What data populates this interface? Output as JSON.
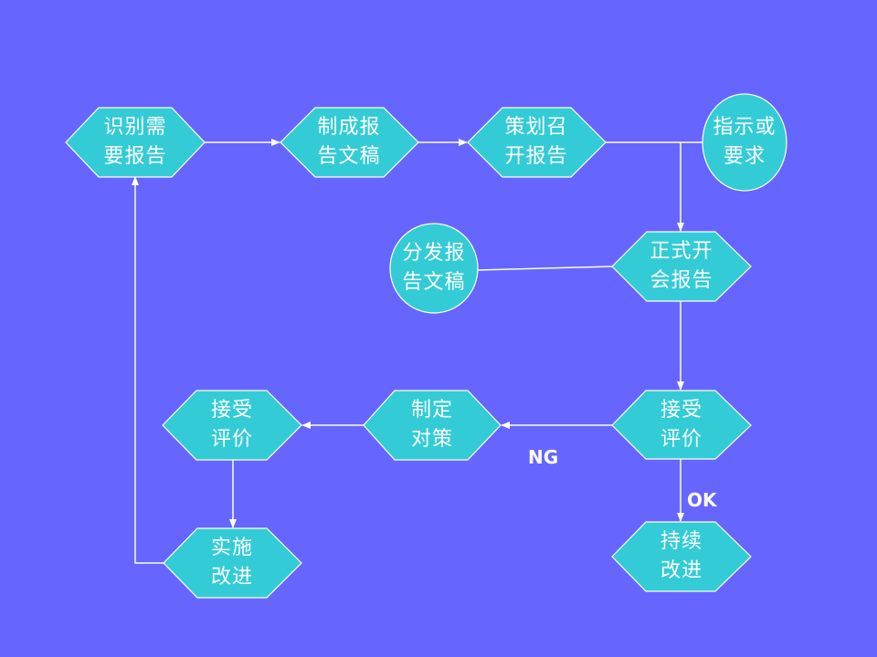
{
  "colors": {
    "background": "#6666FF",
    "node_fill": "#33CCD6",
    "node_stroke": "#FFFFFF",
    "line": "#FFFFFF"
  },
  "nodes": [
    {
      "id": "identify",
      "shape": "hexagon",
      "line1": "识别需",
      "line2": "要报告"
    },
    {
      "id": "draft",
      "shape": "hexagon",
      "line1": "制成报",
      "line2": "告文稿"
    },
    {
      "id": "plan",
      "shape": "hexagon",
      "line1": "策划召",
      "line2": "开报告"
    },
    {
      "id": "instruction",
      "shape": "ellipse",
      "line1": "指示或",
      "line2": "要求"
    },
    {
      "id": "distribute",
      "shape": "ellipse",
      "line1": "分发报",
      "line2": "告文稿"
    },
    {
      "id": "meeting",
      "shape": "hexagon",
      "line1": "正式开",
      "line2": "会报告"
    },
    {
      "id": "accept_right",
      "shape": "hexagon",
      "line1": "接受",
      "line2": "评价"
    },
    {
      "id": "countermeasure",
      "shape": "hexagon",
      "line1": "制定",
      "line2": "对策"
    },
    {
      "id": "accept_left",
      "shape": "hexagon",
      "line1": "接受",
      "line2": "评价"
    },
    {
      "id": "implement",
      "shape": "hexagon",
      "line1": "实施",
      "line2": "改进"
    },
    {
      "id": "continuous",
      "shape": "hexagon",
      "line1": "持续",
      "line2": "改进"
    }
  ],
  "edge_labels": {
    "ng": "NG",
    "ok": "OK"
  }
}
